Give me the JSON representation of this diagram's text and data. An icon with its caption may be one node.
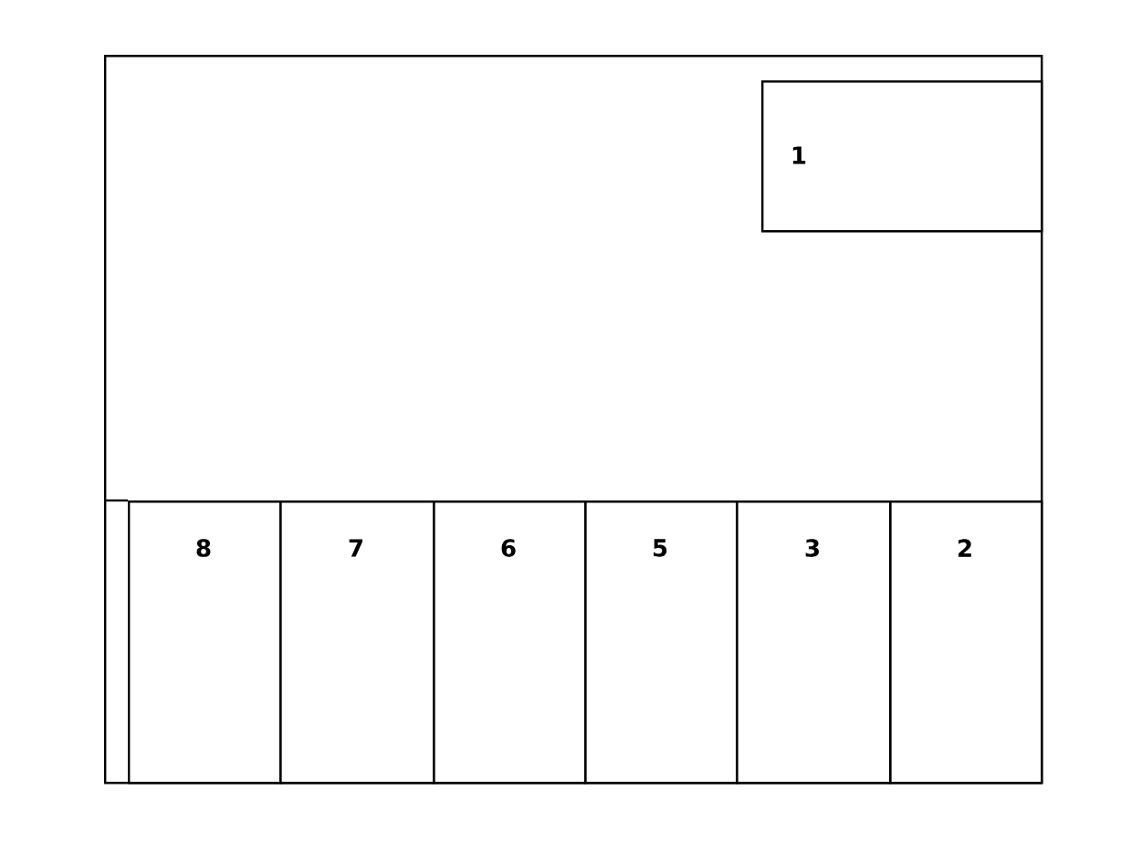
{
  "diagram": {
    "nodes": [
      {
        "text": [],
        "shape": "box"
      },
      {
        "text": [
          "1"
        ],
        "in": 0
      },
      {
        "text": [
          "8"
        ],
        "in": 0
      },
      {
        "text": [
          "7"
        ],
        "in": 0
      },
      {
        "text": [
          "6"
        ],
        "in": 0
      },
      {
        "text": [
          "5"
        ],
        "in": 0
      },
      {
        "text": [
          "3"
        ],
        "in": 0
      },
      {
        "text": [
          "2"
        ],
        "in": 0
      }
    ]
  }
}
